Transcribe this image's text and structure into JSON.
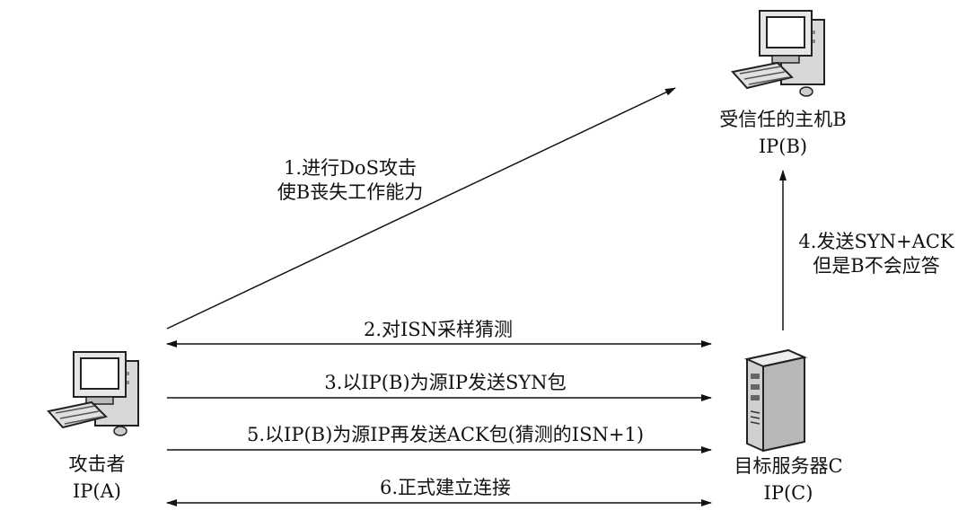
{
  "nodes": {
    "attacker": {
      "name": "攻击者",
      "ip": "IP(A)",
      "icon": "desktop-computer-icon"
    },
    "trusted_host": {
      "name": "受信任的主机B",
      "ip": "IP(B)",
      "icon": "desktop-computer-icon"
    },
    "target_server": {
      "name": "目标服务器C",
      "ip": "IP(C)",
      "icon": "tower-server-icon"
    }
  },
  "steps": {
    "step1": {
      "line1": "1.进行DoS攻击",
      "line2": "使B丧失工作能力"
    },
    "step2": {
      "text": "2.对ISN采样猜测"
    },
    "step3": {
      "text": "3.以IP(B)为源IP发送SYN包"
    },
    "step4": {
      "line1": "4.发送SYN+ACK",
      "line2": "但是B不会应答"
    },
    "step5": {
      "text": "5.以IP(B)为源IP再发送ACK包(猜测的ISN+1)"
    },
    "step6": {
      "text": "6.正式建立连接"
    }
  }
}
